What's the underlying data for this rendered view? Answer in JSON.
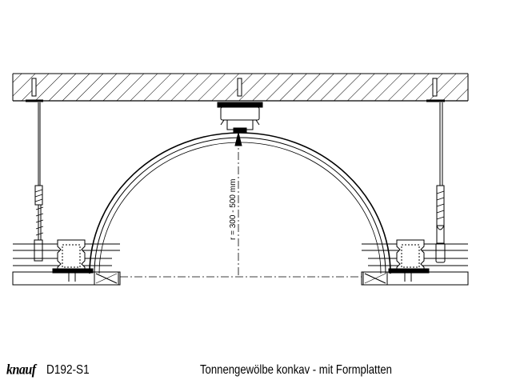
{
  "drawing": {
    "dimension_label": "r = 300 - 500 mm"
  },
  "footer": {
    "logo_text": "knauf",
    "drawing_code": "D192-S1",
    "drawing_title": "Tonnengewölbe konkav - mit Formplatten"
  }
}
